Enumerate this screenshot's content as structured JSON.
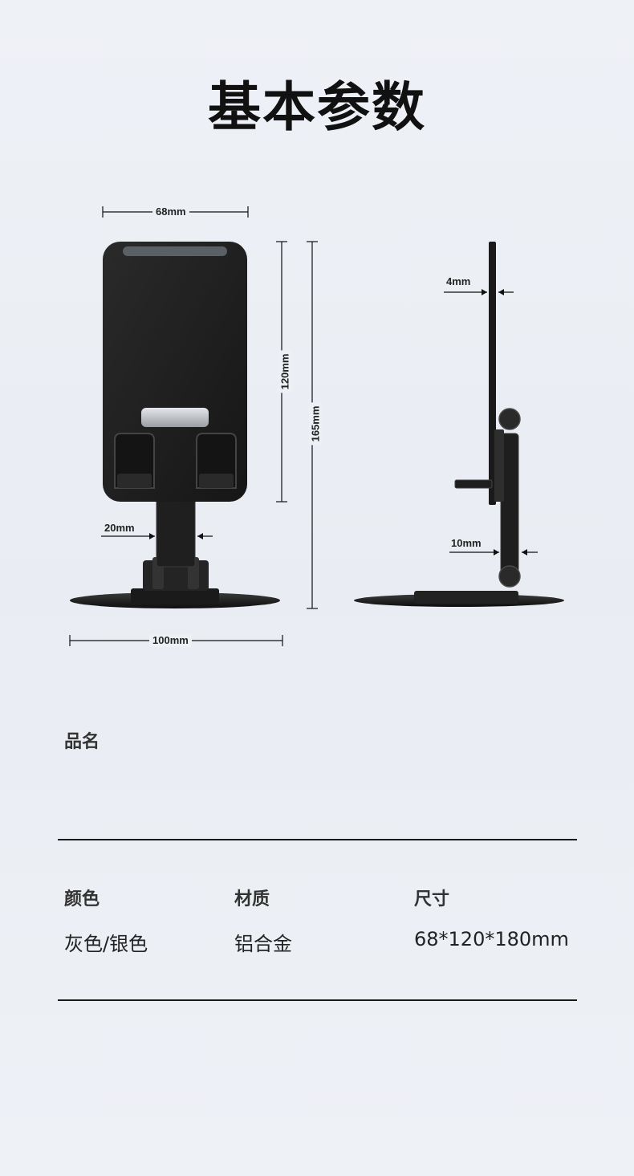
{
  "page": {
    "title": "基本参数"
  },
  "dimensions": {
    "width_top": "68mm",
    "height_panel": "120mm",
    "height_total": "165mm",
    "support_width": "20mm",
    "base_width": "100mm",
    "thickness": "4mm",
    "pole_width": "10mm"
  },
  "specs": {
    "product_name_label": "品名",
    "product_name_value": "",
    "color_label": "颜色",
    "color_value": "灰色/银色",
    "material_label": "材质",
    "material_value": "铝合金",
    "size_label": "尺寸",
    "size_value": "68*120*180mm"
  },
  "colors": {
    "stand_body": "#1e1e1e",
    "accent_silver": "#b8bcc2",
    "rule_line": "#1a1a1a"
  }
}
